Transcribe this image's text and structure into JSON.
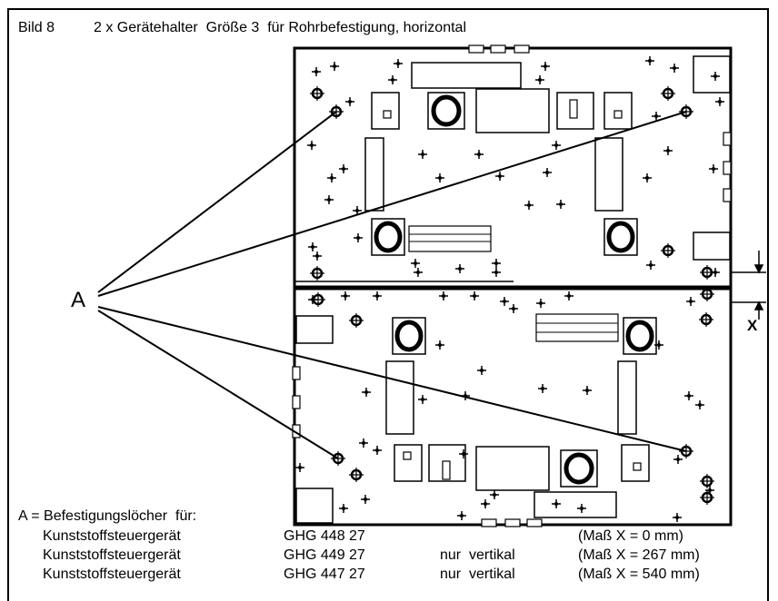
{
  "caption": {
    "figure_number": "Bild 8",
    "text": "2 x Gerätehalter  Größe 3  für Rohrbefestigung, horizontal"
  },
  "labels": {
    "mounting_holes": "A",
    "dimension": "X"
  },
  "legend": {
    "title": "A = Befestigungslöcher  für:",
    "rows": [
      {
        "device": "Kunststoffsteuergerät",
        "code": "GHG 448 27",
        "note": "",
        "measure": "(Maß X = 0 mm)"
      },
      {
        "device": "Kunststoffsteuergerät",
        "code": "GHG 449 27",
        "note": "nur  vertikal",
        "measure": "(Maß X = 267 mm)"
      },
      {
        "device": "Kunststoffsteuergerät",
        "code": "GHG 447 27",
        "note": "nur  vertikal",
        "measure": "(Maß X = 540 mm)"
      }
    ]
  }
}
